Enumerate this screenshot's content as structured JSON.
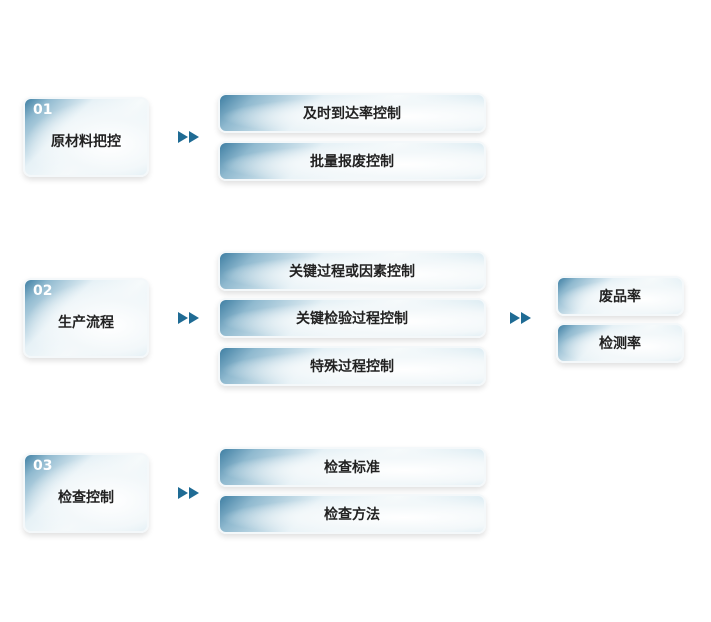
{
  "groups": [
    {
      "num": "01",
      "title": "原材料把控",
      "items": [
        "及时到达率控制",
        "批量报废控制"
      ]
    },
    {
      "num": "02",
      "title": "生产流程",
      "items": [
        "关键过程或因素控制",
        "关键检验过程控制",
        "特殊过程控制"
      ],
      "results": [
        "废品率",
        "检测率"
      ]
    },
    {
      "num": "03",
      "title": "检查控制",
      "items": [
        "检查标准",
        "检查方法"
      ]
    }
  ],
  "colors": {
    "accent": "#1f6b94"
  }
}
